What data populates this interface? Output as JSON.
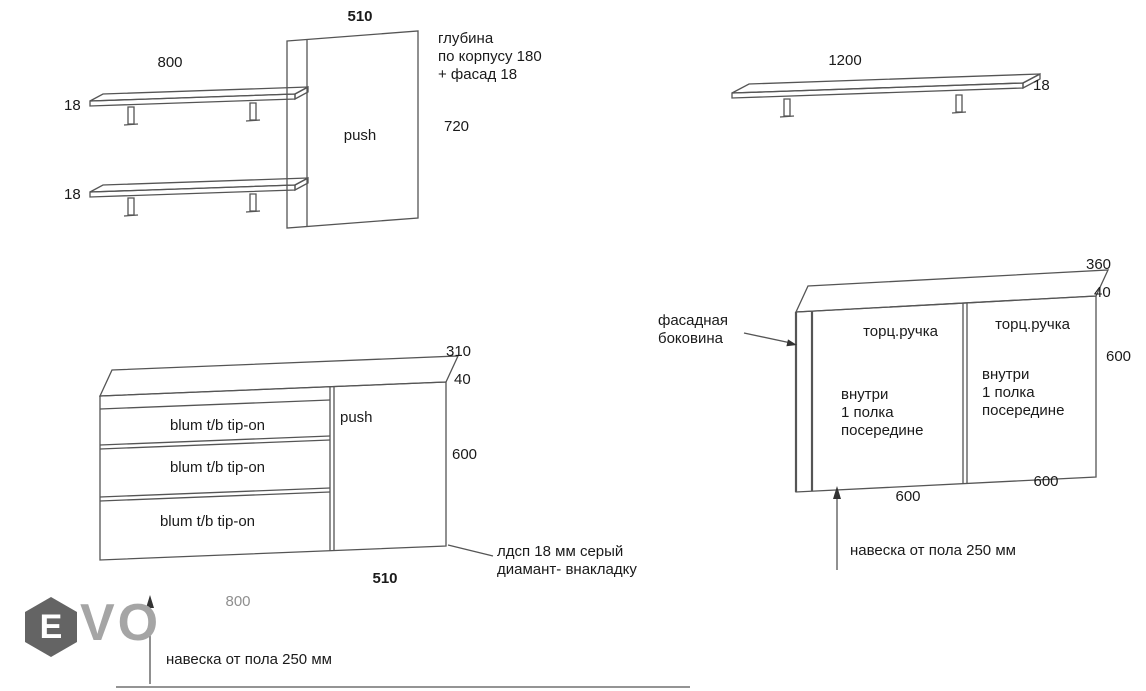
{
  "colors": {
    "line": "#555555",
    "text": "#1a1a1a",
    "muted": "#8f8f8f",
    "logo_grey": "#a5a5a5"
  },
  "wall_unit": {
    "cabinet_width": "510",
    "shelf_length": "800",
    "shelf_thickness_top": "18",
    "shelf_thickness_bottom": "18",
    "push": "push",
    "depth_note": [
      "глубина",
      "по корпусу 180",
      "+ фасад 18"
    ],
    "cabinet_height": "720"
  },
  "long_shelf": {
    "length": "1200",
    "thickness": "18"
  },
  "drawer_cabinet": {
    "top_depth": "310",
    "top_thickness": "40",
    "drawers": [
      "blum t/b tip-on",
      "blum t/b tip-on",
      "blum t/b tip-on"
    ],
    "push": "push",
    "height": "600",
    "door_width": "510",
    "drawer_width": "800",
    "material_note": [
      "лдсп 18 мм серый",
      "диамант- внакладку"
    ],
    "mount_note": "навеска от пола 250 мм"
  },
  "door_cabinet": {
    "top_depth": "360",
    "top_thickness": "40",
    "side_note": [
      "фасадная",
      "боковина"
    ],
    "doors": [
      {
        "handle": "торц.ручка",
        "note": [
          "внутри",
          "1 полка",
          "посередине"
        ],
        "width": "600"
      },
      {
        "handle": "торц.ручка",
        "note": [
          "внутри",
          "1 полка",
          "посередине"
        ],
        "width": "600"
      }
    ],
    "height": "600",
    "mount_note": "навеска от пола 250 мм"
  },
  "logo": {
    "e": "E",
    "vo": "VO"
  }
}
